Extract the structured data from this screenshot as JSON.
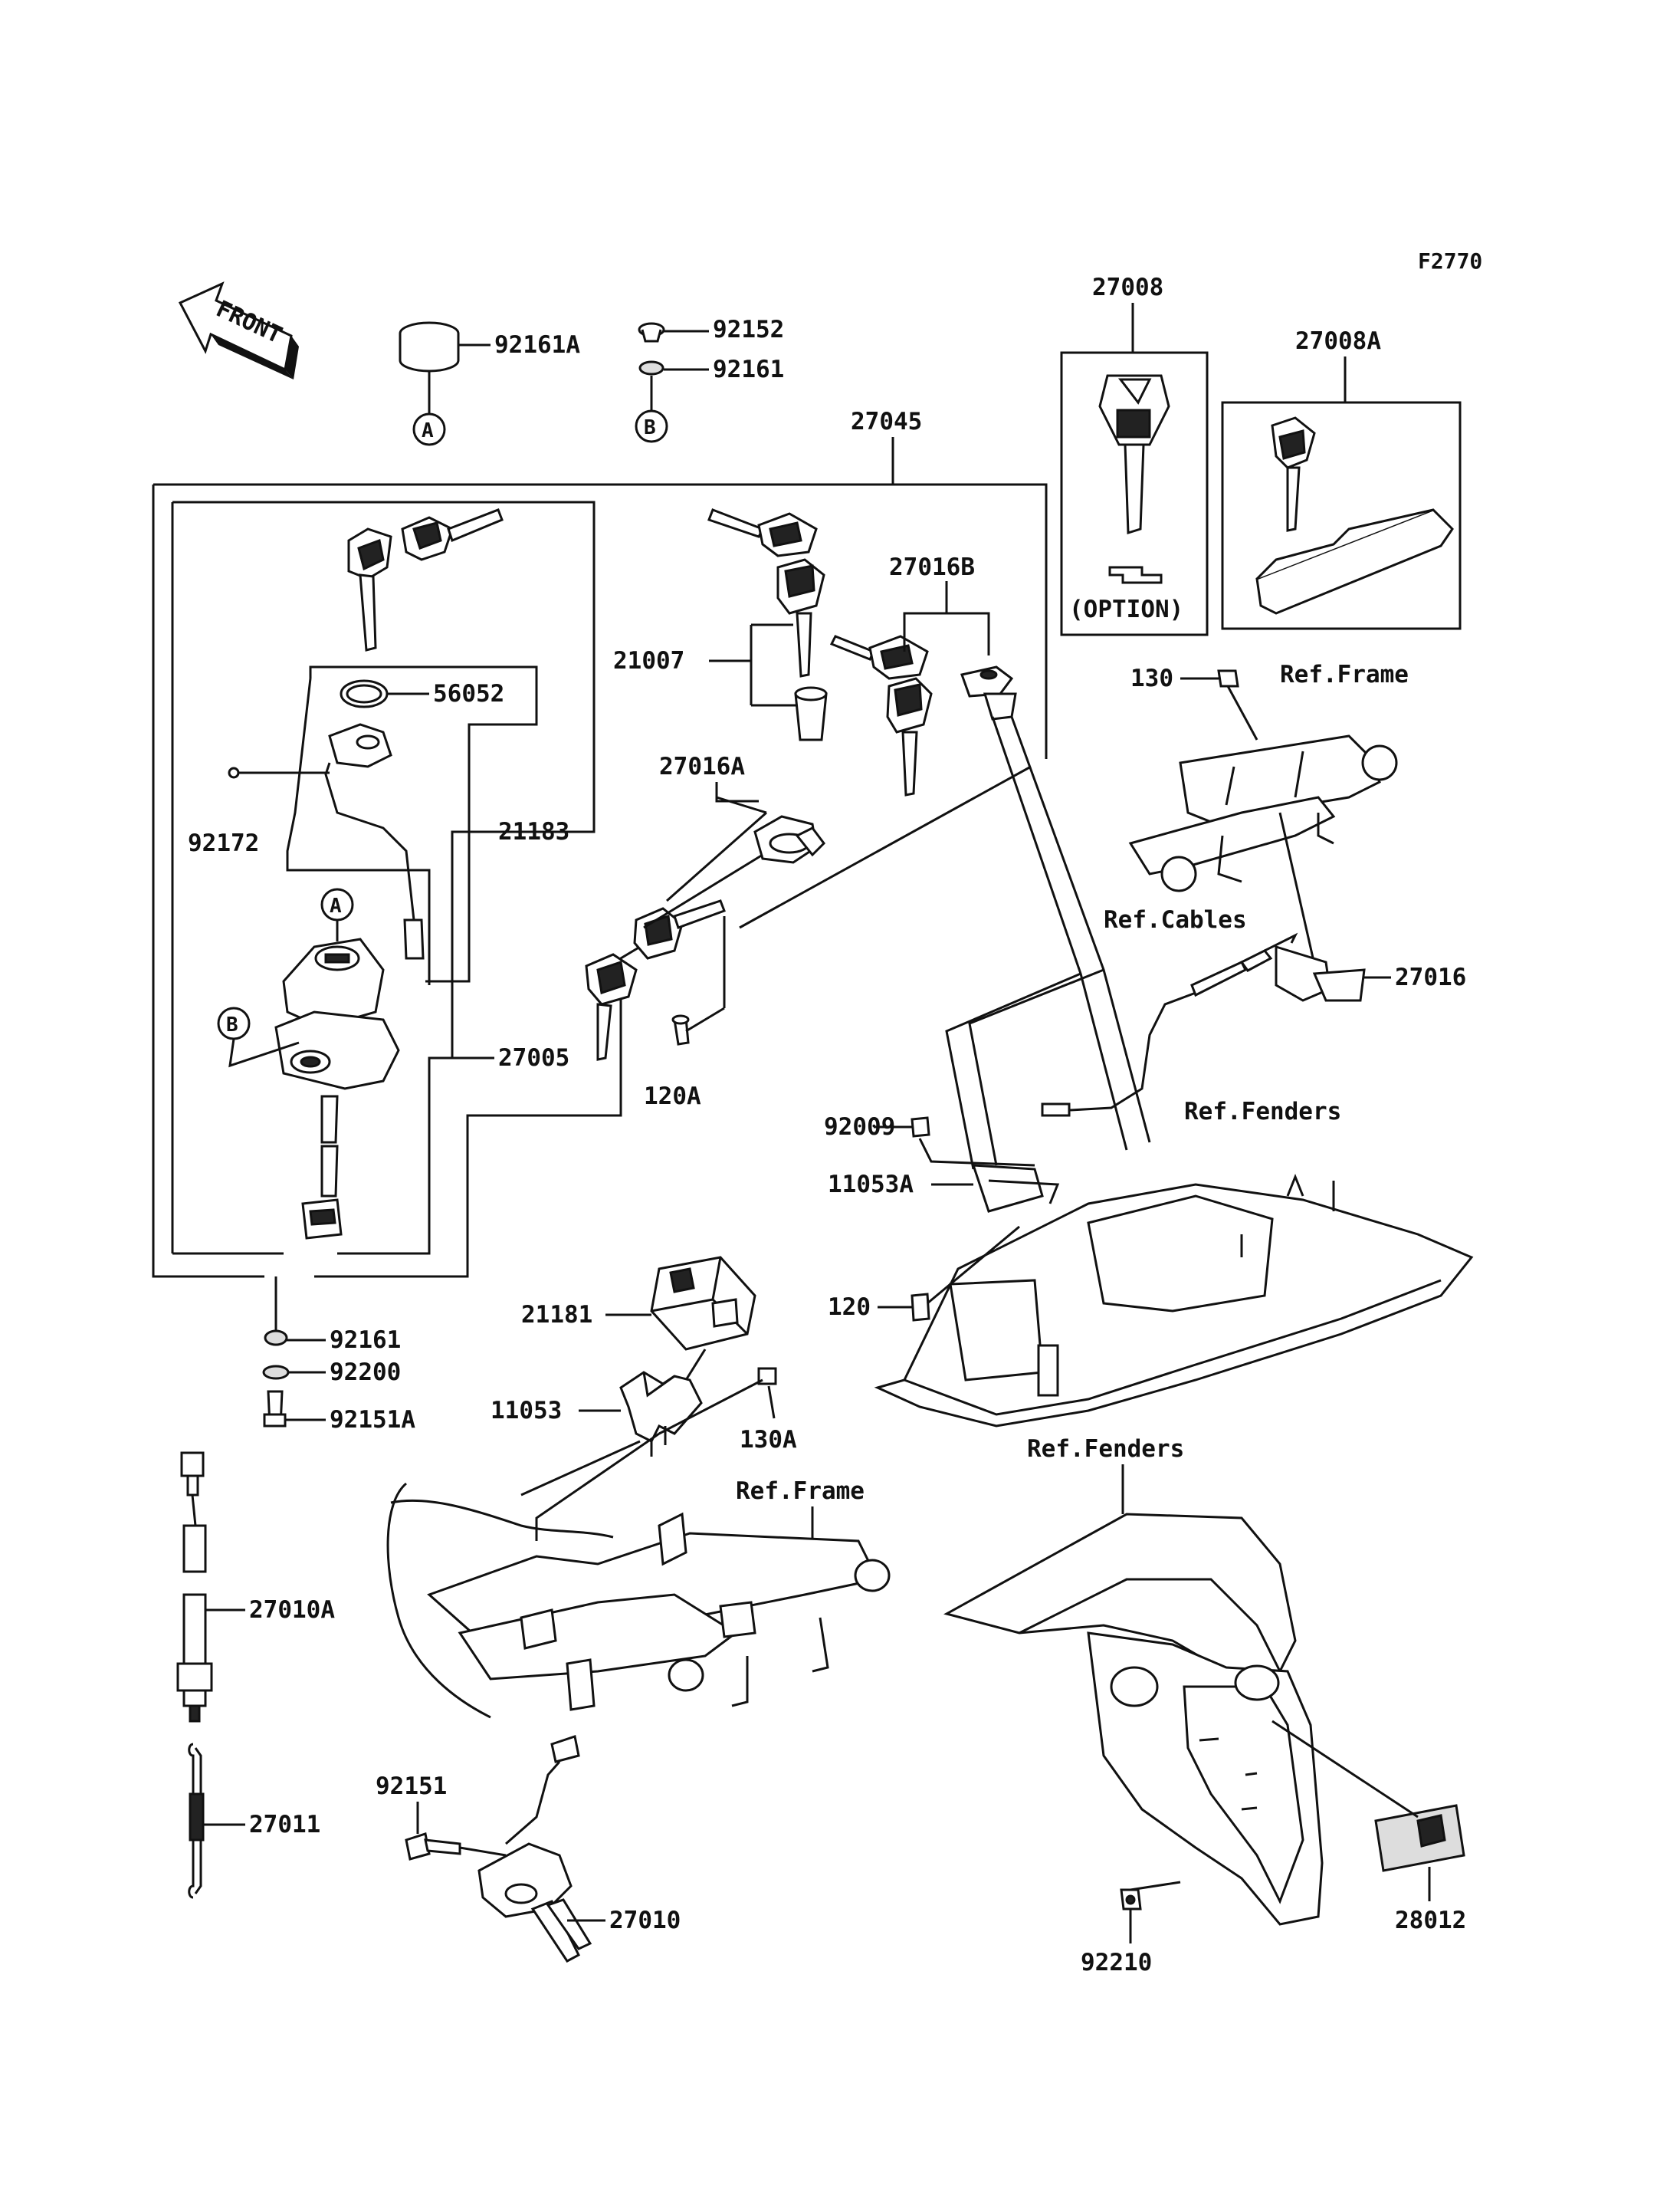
{
  "figure_code": "F2770",
  "front_label": "FRONT",
  "option_label": "(OPTION)",
  "callouts": {
    "A": "A",
    "B": "B"
  },
  "part_labels": {
    "p92161A": "92161A",
    "p92152": "92152",
    "p92161_top": "92161",
    "p27045": "27045",
    "p27008": "27008",
    "p27008A": "27008A",
    "p56052": "56052",
    "p92172": "92172",
    "p21183": "21183",
    "p27005": "27005",
    "p21007": "21007",
    "p27016B": "27016B",
    "p27016A": "27016A",
    "p120A": "120A",
    "p130": "130",
    "p27016": "27016",
    "p92009": "92009",
    "p11053A": "11053A",
    "p120": "120",
    "p92161_bottom": "92161",
    "p92200": "92200",
    "p92151A": "92151A",
    "p21181": "21181",
    "p11053": "11053",
    "p130A": "130A",
    "p27010A": "27010A",
    "p27011": "27011",
    "p92151": "92151",
    "p27010": "27010",
    "p92210": "92210",
    "p28012": "28012"
  },
  "ref_labels": {
    "frame_upper": "Ref.Frame",
    "cables": "Ref.Cables",
    "fenders_upper": "Ref.Fenders",
    "frame_lower": "Ref.Frame",
    "fenders_lower": "Ref.Fenders"
  }
}
